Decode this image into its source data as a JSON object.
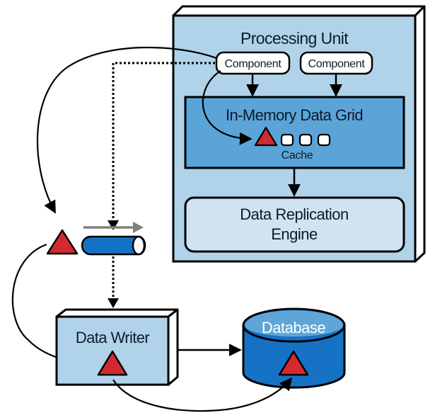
{
  "diagram": {
    "processing_unit": {
      "title": "Processing Unit",
      "components": [
        {
          "label": "Component"
        },
        {
          "label": "Component"
        }
      ],
      "in_memory_data_grid": {
        "title": "In-Memory Data Grid",
        "cache_label": "Cache",
        "cache_slots": 3
      },
      "data_replication_engine": {
        "line1": "Data Replication",
        "line2": "Engine"
      }
    },
    "data_writer": {
      "title": "Data Writer"
    },
    "database": {
      "title": "Database"
    },
    "colors": {
      "outer_box_fill": "#b0d3ea",
      "imdg_fill": "#5ba4d8",
      "dre_fill": "#cfe3f3",
      "pipe_fill": "#1472c4",
      "database_body": "#1572c5",
      "database_top": "#5fa5da",
      "data_marker_red": "#d32a2f",
      "flow_arrow_gray": "#808080",
      "stroke": "#000000"
    }
  }
}
